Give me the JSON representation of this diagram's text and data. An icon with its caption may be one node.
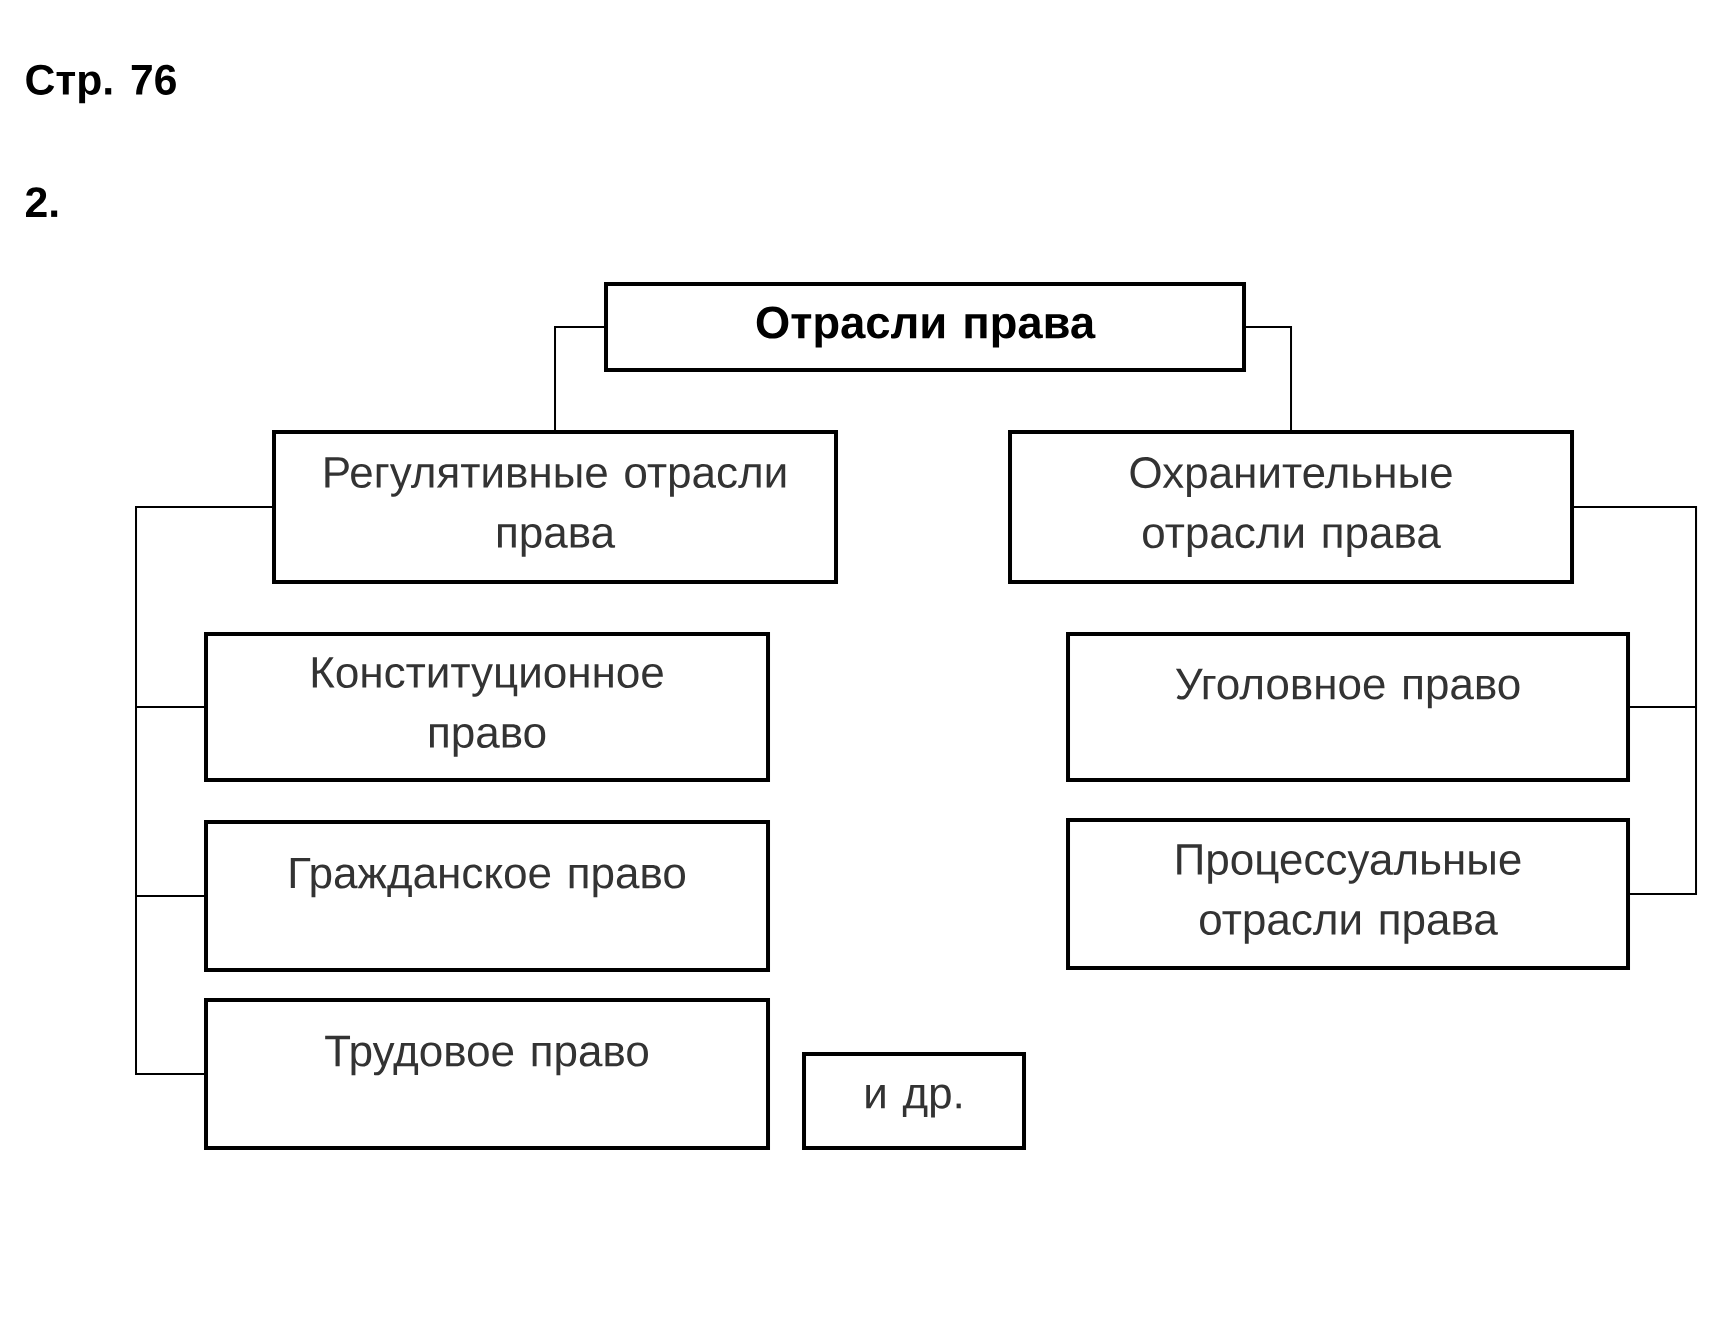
{
  "diagram": {
    "title": "Стр. 76",
    "nodes": [
      {
        "text": [
          "Отрасли права"
        ]
      },
      {
        "text": [
          "Регулятивные отрасли права"
        ]
      },
      {
        "text": [
          "Охранительные отрасли права"
        ]
      },
      {
        "text": [
          "Конституционное право"
        ]
      },
      {
        "text": [
          "Уголовное право"
        ]
      },
      {
        "text": [
          "Гражданское право"
        ]
      },
      {
        "text": [
          "Процессуальные отрасли права"
        ]
      },
      {
        "text": [
          "Трудовое право"
        ]
      },
      {
        "text": [
          "и др."
        ]
      }
    ],
    "edges": [
      {
        "from": 0,
        "to": 1,
        "arrow": "none"
      },
      {
        "from": 0,
        "to": 2,
        "arrow": "none"
      },
      {
        "from": 1,
        "to": 3,
        "arrow": "none"
      },
      {
        "from": 1,
        "to": 5,
        "arrow": "none"
      },
      {
        "from": 1,
        "to": 7,
        "arrow": "none"
      },
      {
        "from": 2,
        "to": 4,
        "arrow": "none"
      },
      {
        "from": 2,
        "to": 6,
        "arrow": "none"
      }
    ],
    "labels": [
      "2."
    ]
  }
}
